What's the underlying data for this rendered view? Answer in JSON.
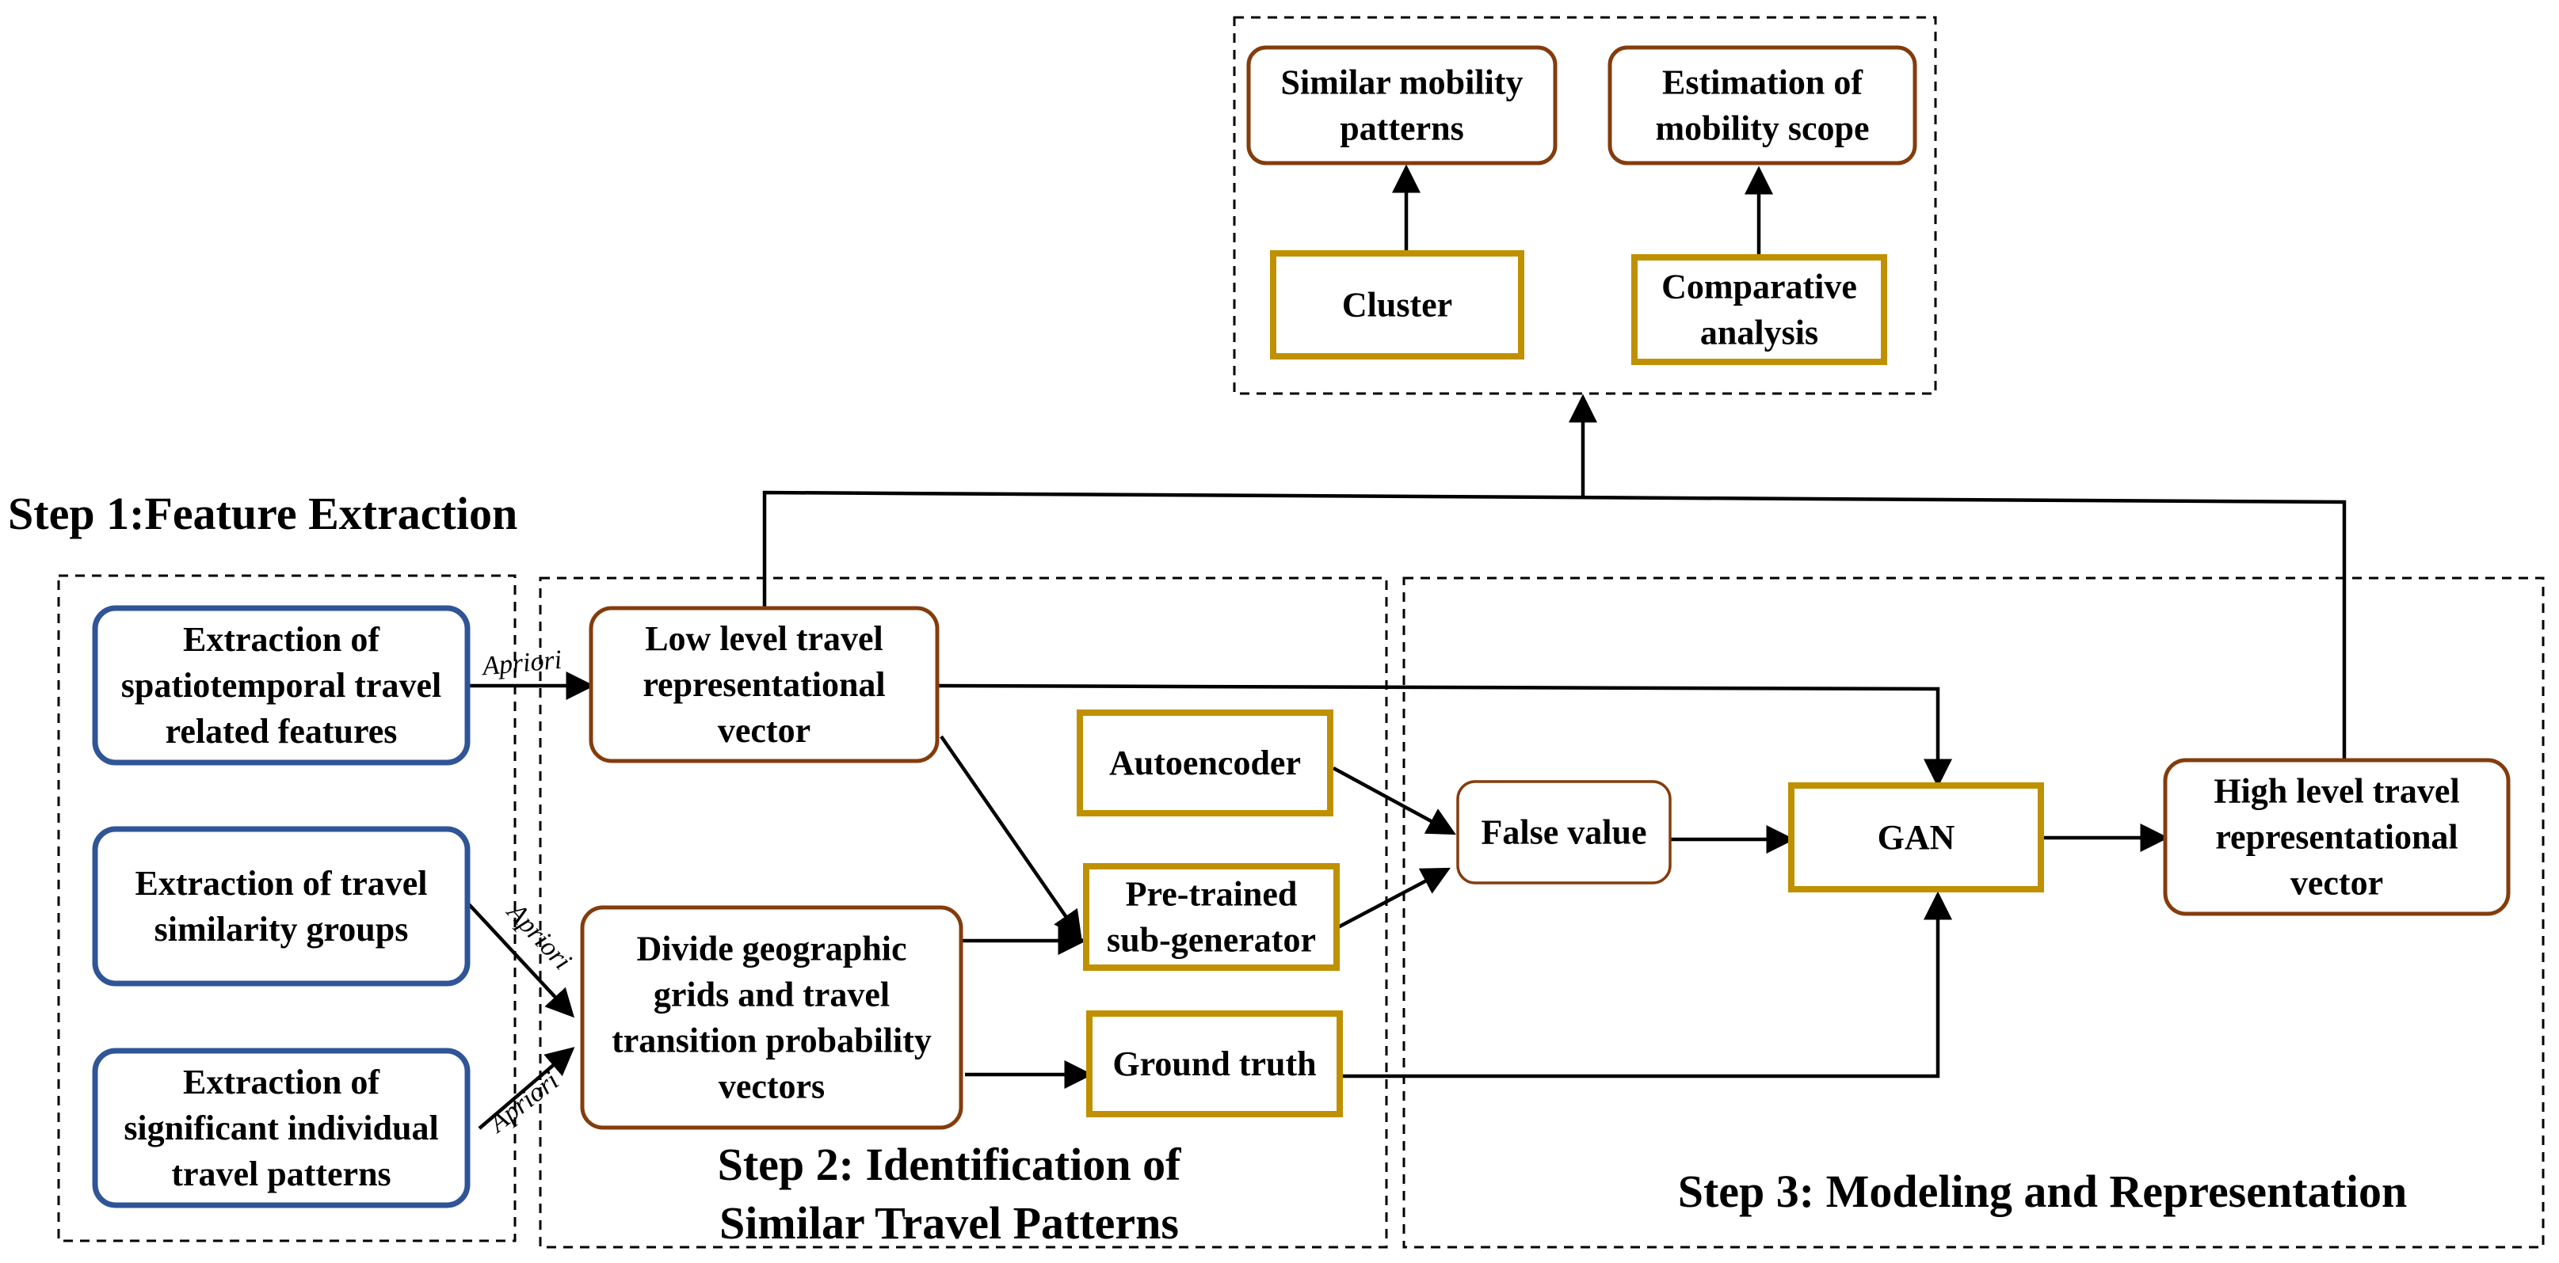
{
  "colors": {
    "blue_border": "#2f5597",
    "brown_border": "#843c0c",
    "gold_border": "#bf9000",
    "arrow": "#000000"
  },
  "headings": {
    "step1": "Step 1:Feature Extraction",
    "step2_line1": "Step 2: Identification of",
    "step2_line2": "Similar Travel Patterns",
    "step3": "Step 3: Modeling and Representation"
  },
  "nodes": {
    "extract_spatiotemporal": [
      "Extraction of",
      "spatiotemporal travel",
      "related  features"
    ],
    "extract_similarity": [
      "Extraction of travel",
      "similarity groups"
    ],
    "extract_individual": [
      "Extraction of",
      "significant individual",
      "travel patterns"
    ],
    "low_level_vector": [
      "Low level travel",
      "representational",
      "vector"
    ],
    "divide_grids": [
      "Divide geographic",
      "grids and travel",
      "transition probability",
      "vectors"
    ],
    "autoencoder": [
      "Autoencoder"
    ],
    "pretrained_subgen": [
      "Pre-trained",
      "sub-generator"
    ],
    "ground_truth": [
      "Ground truth"
    ],
    "false_value": [
      "False value"
    ],
    "gan": [
      "GAN"
    ],
    "high_level_vector": [
      "High level travel",
      "representational",
      "vector"
    ],
    "similar_mobility": [
      "Similar mobility",
      "patterns"
    ],
    "estimation_scope": [
      "Estimation of",
      "mobility scope"
    ],
    "cluster": [
      "Cluster"
    ],
    "comparative": [
      "Comparative",
      "analysis"
    ]
  },
  "edge_labels": {
    "apriori_1": "Apriori",
    "apriori_2": "Apriori",
    "apriori_3": "Apriori"
  }
}
